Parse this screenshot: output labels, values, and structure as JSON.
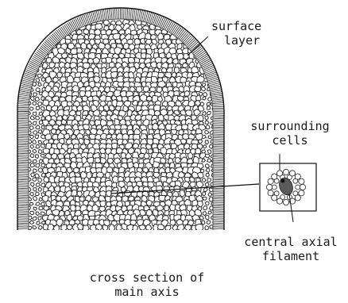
{
  "labels": {
    "surface_layer": [
      "surface",
      "layer"
    ],
    "surrounding_cells": [
      "surrounding",
      "cells"
    ],
    "central_axial_filament": [
      "central axial",
      "filament"
    ],
    "caption": [
      "cross section of",
      "main axis"
    ]
  }
}
